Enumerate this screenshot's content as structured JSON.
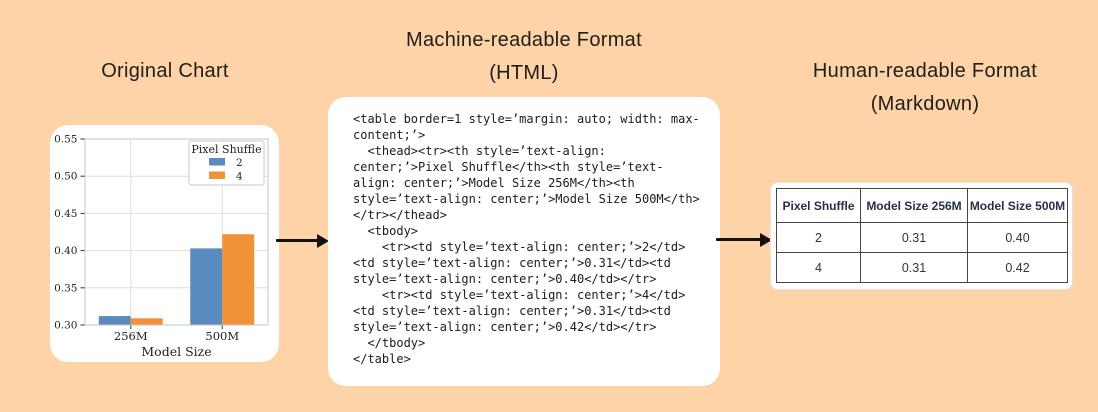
{
  "colors": {
    "background": "#FDD3A7",
    "card": "#FFFFFF",
    "series_blue": "#5A8BBF",
    "series_orange": "#F09238",
    "arrow": "#121212",
    "table_border": "#454545",
    "table_header_text": "#263149"
  },
  "panels": {
    "left": {
      "title": "Original Chart"
    },
    "middle": {
      "title_line1": "Machine-readable Format",
      "title_line2": "(HTML)"
    },
    "right": {
      "title_line1": "Human-readable Format",
      "title_line2": "(Markdown)"
    }
  },
  "chart_data": {
    "type": "bar",
    "categories": [
      "256M",
      "500M"
    ],
    "series": [
      {
        "name": "2",
        "color": "#5A8BBF",
        "values": [
          0.312,
          0.403
        ]
      },
      {
        "name": "4",
        "color": "#F09238",
        "values": [
          0.309,
          0.422
        ]
      }
    ],
    "legend_title": "Pixel Shuffle",
    "legend_position": "upper right",
    "xlabel": "Model Size",
    "ylabel": "",
    "ylim": [
      0.3,
      0.55
    ],
    "ytick_step": 0.05,
    "grid": true
  },
  "code": {
    "lines": [
      "<table border=1 style=’margin: auto; width: max-",
      "content;’>",
      "  <thead><tr><th style=’text-align:",
      "center;’>Pixel Shuffle</th><th style=’text-",
      "align: center;’>Model Size 256M</th><th",
      "style=’text-align: center;’>Model Size 500M</th>",
      "</tr></thead>",
      "  <tbody>",
      "    <tr><td style=’text-align: center;’>2</td>",
      "<td style=’text-align: center;’>0.31</td><td",
      "style=’text-align: center;’>0.40</td></tr>",
      "    <tr><td style=’text-align: center;’>4</td>",
      "<td style=’text-align: center;’>0.31</td><td",
      "style=’text-align: center;’>0.42</td></tr>",
      "  </tbody>",
      "</table>"
    ]
  },
  "right_table": {
    "headers": [
      "Pixel Shuffle",
      "Model Size 256M",
      "Model Size 500M"
    ],
    "rows": [
      [
        "2",
        "0.31",
        "0.40"
      ],
      [
        "4",
        "0.31",
        "0.42"
      ]
    ]
  }
}
